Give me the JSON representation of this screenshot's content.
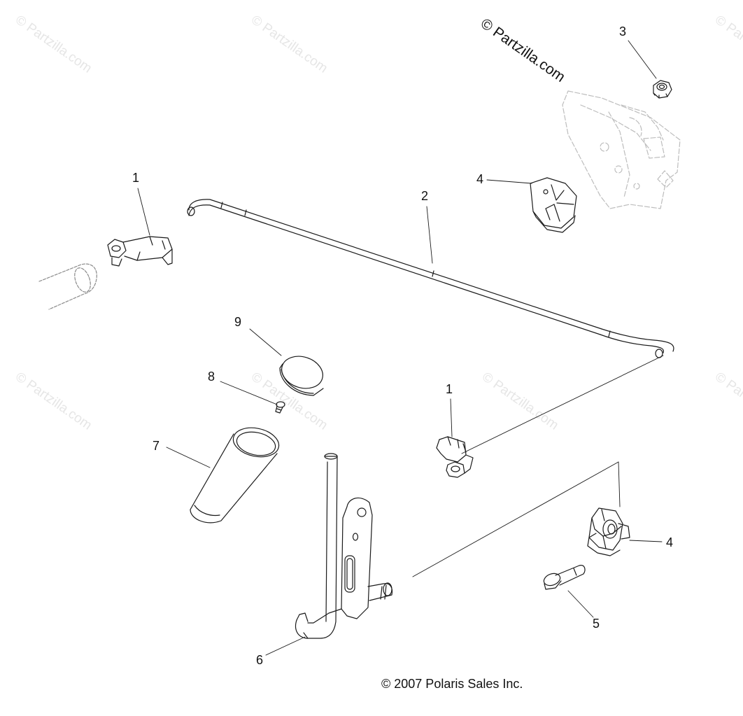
{
  "watermarks": {
    "faint": "© Partzilla.com",
    "main": "© Partzilla.com"
  },
  "callouts": {
    "c1_left": "1",
    "c2": "2",
    "c3": "3",
    "c4_top": "4",
    "c9": "9",
    "c8": "8",
    "c1_right": "1",
    "c7": "7",
    "c4_right": "4",
    "c5": "5",
    "c6": "6"
  },
  "footer": {
    "copyright": "© 2007  Polaris Sales Inc."
  },
  "colors": {
    "line": "#1a1a1a",
    "ghost": "#bdbdbd",
    "watermark": "#e6e6e6"
  }
}
